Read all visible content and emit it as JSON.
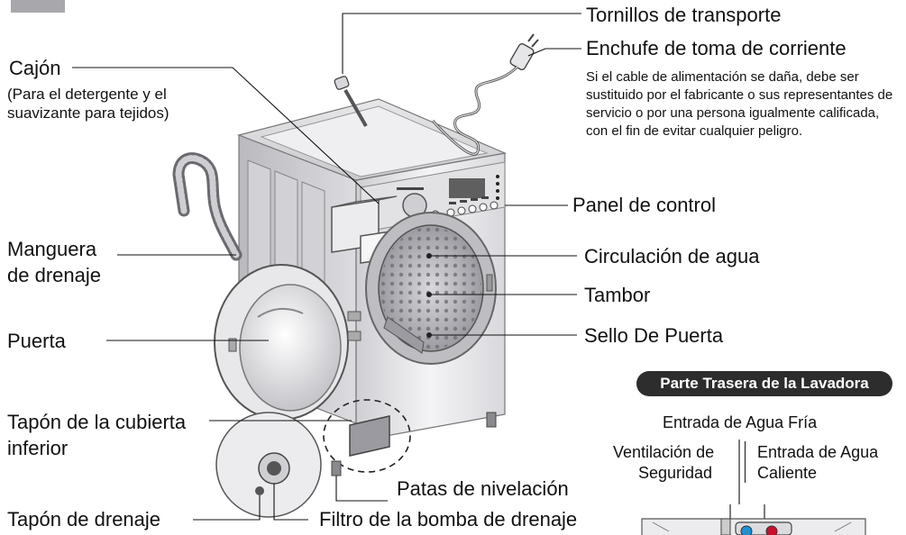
{
  "labels": {
    "transport_screws": "Tornillos de transporte",
    "power_plug": "Enchufe de toma de corriente",
    "power_plug_note": "Si el cable de alimentación se daña, debe ser sustituido por el fabricante o sus representantes de servicio o por una persona igualmente calificada, con el fin de evitar cualquier peligro.",
    "drawer": "Cajón",
    "drawer_note": "(Para el detergente y el suavizante para tejidos)",
    "control_panel": "Panel de control",
    "drain_hose_line1": "Manguera",
    "drain_hose_line2": "de drenaje",
    "water_circulation": "Circulación de agua",
    "drum": "Tambor",
    "door": "Puerta",
    "door_seal": "Sello De Puerta",
    "lower_cover_cap_line1": "Tapón de la cubierta",
    "lower_cover_cap_line2": "inferior",
    "leveling_feet": "Patas de nivelación",
    "drain_plug": "Tapón de drenaje",
    "drain_pump_filter": "Filtro de la bomba de drenaje"
  },
  "rear": {
    "title": "Parte Trasera de la Lavadora",
    "cold_inlet": "Entrada de Agua Fría",
    "vent_line1": "Ventilación de",
    "vent_line2": "Seguridad",
    "hot_inlet_line1": "Entrada de Agua",
    "hot_inlet_line2": "Caliente"
  },
  "colors": {
    "cold_inlet": "#1f8fd0",
    "hot_inlet": "#c8102e",
    "rear_title_bg": "#2d2d2d"
  }
}
